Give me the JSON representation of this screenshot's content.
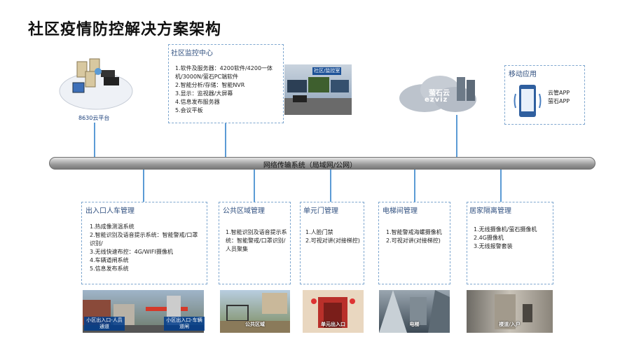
{
  "title": "社区疫情防控解决方案架构",
  "platform": {
    "label": "8630云平台"
  },
  "monitor_center": {
    "title": "社区监控中心",
    "items": [
      "1.软件及服务器：4200软件/4200一体机/3000N/萤石PC端软件",
      "2.智能分析/存储：智能NVR",
      "3.显示：监视器/大屏幕",
      "4.信息发布服务器",
      "5.会议平板"
    ],
    "photo_label": "社区/监控室"
  },
  "cloud": {
    "brand_cn": "萤石云",
    "brand_en": "ezviz"
  },
  "mobile": {
    "title": "移动应用",
    "apps": [
      "云管APP",
      "萤石APP"
    ]
  },
  "network": {
    "label": "网络传输系统（局域网/公网）"
  },
  "sections": [
    {
      "title": "出入口人车管理",
      "items": [
        "1.热成像测温系统",
        "2.智能识别及语音提示系统：智能警戒/口罩识别/",
        "3.无线快速布控：4G/WIFI摄像机",
        "4.车辆道闸系统",
        "5.信息发布系统"
      ]
    },
    {
      "title": "公共区域管理",
      "items": [
        "1.智能识别及语音提示系统：智能警戒/口罩识别/人员聚集"
      ]
    },
    {
      "title": "单元门管理",
      "items": [
        "1.人脸门禁",
        "2.可视对讲(对接梯控)"
      ]
    },
    {
      "title": "电梯间管理",
      "items": [
        "1.智能警戒海螺摄像机",
        "2.可视对讲(对接梯控)"
      ]
    },
    {
      "title": "居家隔离管理",
      "items": [
        "1.无线摄像机/萤石摄像机",
        "2.4G摄像机",
        "3.无线报警套装"
      ]
    }
  ],
  "photos": {
    "entrance_people": "小区出入口-人员通道",
    "entrance_vehicle": "小区出入口-车辆道闸",
    "public": "公共区域",
    "unit": "单元出入口",
    "elevator": "电梯",
    "home": "楼道/入户"
  }
}
